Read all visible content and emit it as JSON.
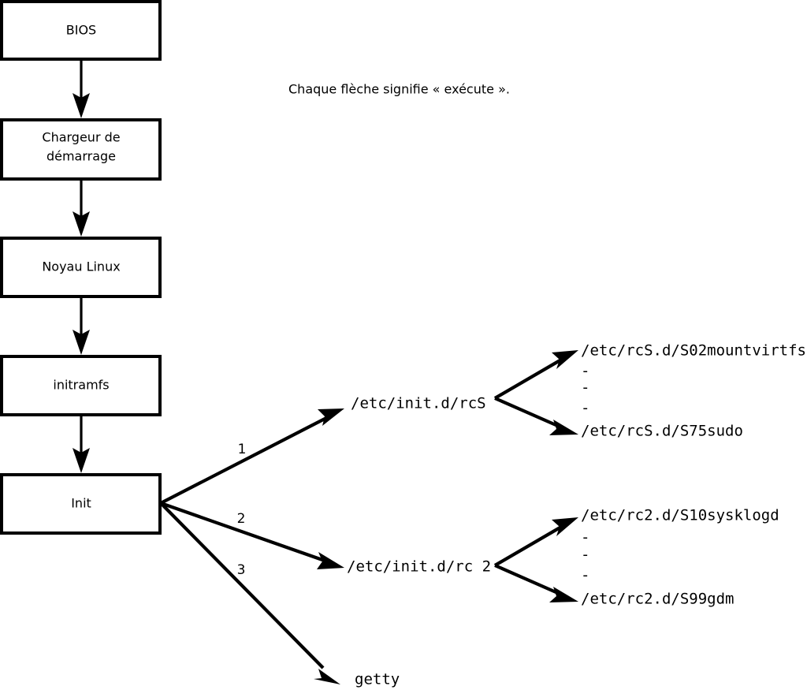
{
  "caption": {
    "text": "Chaque flèche signifie « exécute »."
  },
  "boot_chain": {
    "boxes": [
      {
        "id": "bios",
        "label": "BIOS"
      },
      {
        "id": "bootloader",
        "label_line1": "Chargeur de",
        "label_line2": "démarrage"
      },
      {
        "id": "kernel",
        "label": "Noyau Linux"
      },
      {
        "id": "initramfs",
        "label": "initramfs"
      },
      {
        "id": "init",
        "label": "Init"
      }
    ]
  },
  "init_branches": [
    {
      "number": "1",
      "target": "/etc/init.d/rcS"
    },
    {
      "number": "2",
      "target": "/etc/init.d/rc 2"
    },
    {
      "number": "3",
      "target": "getty"
    }
  ],
  "rcs_scripts": {
    "first": "/etc/rcS.d/S02mountvirtfs",
    "ellipsis": [
      "-",
      "-",
      "-"
    ],
    "last": "/etc/rcS.d/S75sudo"
  },
  "rc2_scripts": {
    "first": "/etc/rc2.d/S10sysklogd",
    "ellipsis": [
      "-",
      "-",
      "-"
    ],
    "last": "/etc/rc2.d/S99gdm"
  },
  "colors": {
    "stroke": "#000000",
    "background": "#ffffff",
    "box_fill": "#ffffff"
  }
}
